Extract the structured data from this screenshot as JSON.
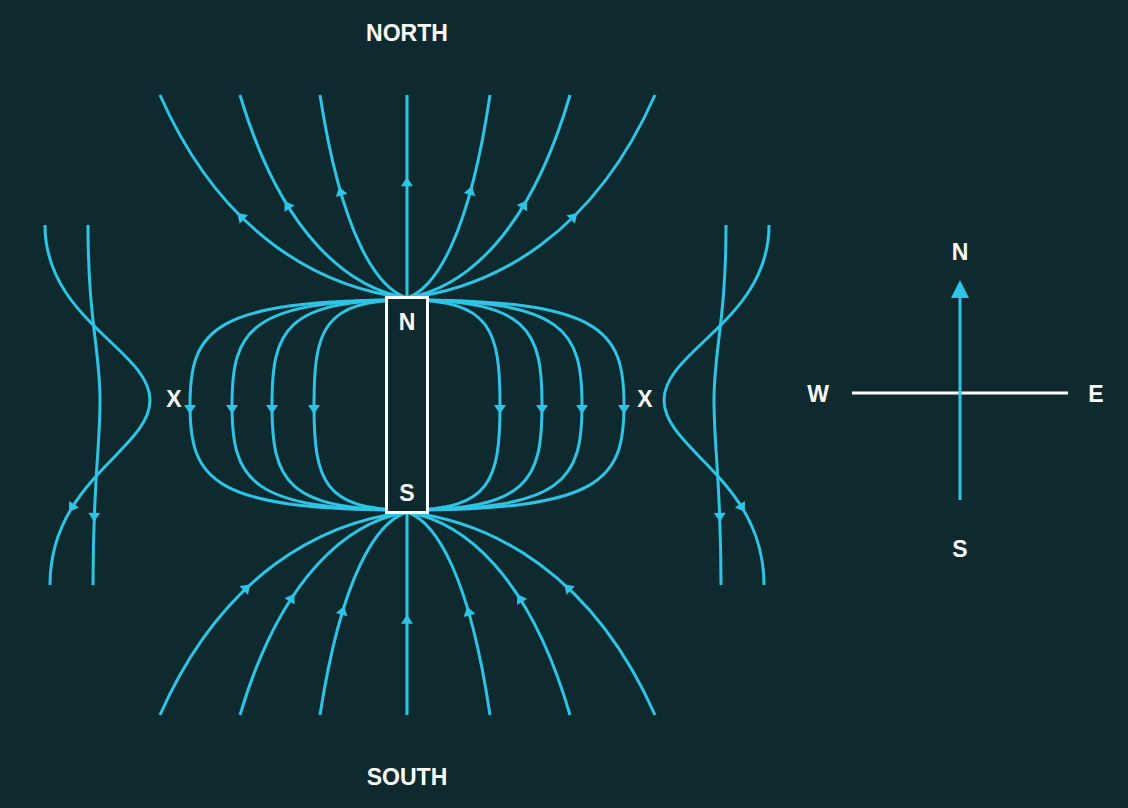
{
  "diagram": {
    "nodes": [
      {
        "text": [
          "N",
          "S"
        ]
      }
    ],
    "labels": [
      "NORTH",
      "SOUTH",
      "X",
      "X",
      "N",
      "W",
      "E",
      "S"
    ]
  }
}
